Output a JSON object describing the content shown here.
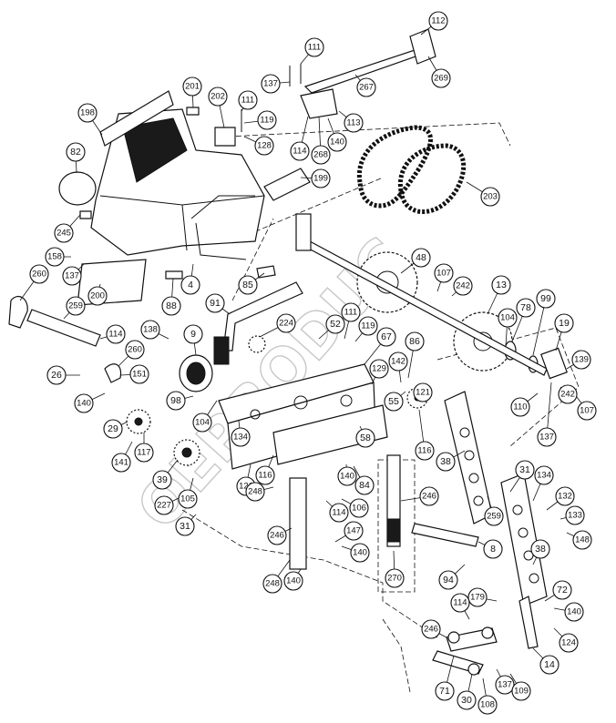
{
  "watermark": "OEPRODUC",
  "callouts": [
    {
      "id": "c112",
      "label": "112"
    },
    {
      "id": "c111a",
      "label": "111"
    },
    {
      "id": "c137a",
      "label": "137"
    },
    {
      "id": "c267",
      "label": "267"
    },
    {
      "id": "c269",
      "label": "269"
    },
    {
      "id": "c201",
      "label": "201"
    },
    {
      "id": "c202",
      "label": "202"
    },
    {
      "id": "c111b",
      "label": "111"
    },
    {
      "id": "c119a",
      "label": "119"
    },
    {
      "id": "c128",
      "label": "128"
    },
    {
      "id": "c113",
      "label": "113"
    },
    {
      "id": "c198",
      "label": "198"
    },
    {
      "id": "c114a",
      "label": "114"
    },
    {
      "id": "c268",
      "label": "268"
    },
    {
      "id": "c140a",
      "label": "140"
    },
    {
      "id": "c82",
      "label": "82"
    },
    {
      "id": "c199",
      "label": "199"
    },
    {
      "id": "c203",
      "label": "203"
    },
    {
      "id": "c245",
      "label": "245"
    },
    {
      "id": "c158",
      "label": "158"
    },
    {
      "id": "c137b",
      "label": "137"
    },
    {
      "id": "c200",
      "label": "200"
    },
    {
      "id": "c260a",
      "label": "260"
    },
    {
      "id": "c88",
      "label": "88"
    },
    {
      "id": "c4",
      "label": "4"
    },
    {
      "id": "c85",
      "label": "85"
    },
    {
      "id": "c48",
      "label": "48"
    },
    {
      "id": "c107a",
      "label": "107"
    },
    {
      "id": "c242a",
      "label": "242"
    },
    {
      "id": "c13",
      "label": "13"
    },
    {
      "id": "c259",
      "label": "259"
    },
    {
      "id": "c91",
      "label": "91"
    },
    {
      "id": "c224",
      "label": "224"
    },
    {
      "id": "c52",
      "label": "52"
    },
    {
      "id": "c111c",
      "label": "111"
    },
    {
      "id": "c78",
      "label": "78"
    },
    {
      "id": "c99",
      "label": "99"
    },
    {
      "id": "c104a",
      "label": "104"
    },
    {
      "id": "c19",
      "label": "19"
    },
    {
      "id": "c114b",
      "label": "114"
    },
    {
      "id": "c138",
      "label": "138"
    },
    {
      "id": "c9",
      "label": "9"
    },
    {
      "id": "c119b",
      "label": "119"
    },
    {
      "id": "c67",
      "label": "67"
    },
    {
      "id": "c86",
      "label": "86"
    },
    {
      "id": "c139",
      "label": "139"
    },
    {
      "id": "c260b",
      "label": "260"
    },
    {
      "id": "c26",
      "label": "26"
    },
    {
      "id": "c151",
      "label": "151"
    },
    {
      "id": "c129",
      "label": "129"
    },
    {
      "id": "c142",
      "label": "142"
    },
    {
      "id": "c140b",
      "label": "140"
    },
    {
      "id": "c98",
      "label": "98"
    },
    {
      "id": "c121a",
      "label": "121"
    },
    {
      "id": "c110",
      "label": "110"
    },
    {
      "id": "c107b",
      "label": "107"
    },
    {
      "id": "c242b",
      "label": "242"
    },
    {
      "id": "c29",
      "label": "29"
    },
    {
      "id": "c104b",
      "label": "104"
    },
    {
      "id": "c55",
      "label": "55"
    },
    {
      "id": "c137c",
      "label": "137"
    },
    {
      "id": "c134a",
      "label": "134"
    },
    {
      "id": "c117",
      "label": "117"
    },
    {
      "id": "c116a",
      "label": "116"
    },
    {
      "id": "c141",
      "label": "141"
    },
    {
      "id": "c58",
      "label": "58"
    },
    {
      "id": "c38a",
      "label": "38"
    },
    {
      "id": "c116b",
      "label": "116"
    },
    {
      "id": "c39",
      "label": "39"
    },
    {
      "id": "c121b",
      "label": "121"
    },
    {
      "id": "c140c",
      "label": "140"
    },
    {
      "id": "c84",
      "label": "84"
    },
    {
      "id": "c31a",
      "label": "31"
    },
    {
      "id": "c134b",
      "label": "134"
    },
    {
      "id": "c105",
      "label": "105"
    },
    {
      "id": "c248a",
      "label": "248"
    },
    {
      "id": "c227",
      "label": "227"
    },
    {
      "id": "c246a",
      "label": "246"
    },
    {
      "id": "c132",
      "label": "132"
    },
    {
      "id": "c106",
      "label": "106"
    },
    {
      "id": "c31b",
      "label": "31"
    },
    {
      "id": "c133",
      "label": "133"
    },
    {
      "id": "c114c",
      "label": "114"
    },
    {
      "id": "c259b",
      "label": "259"
    },
    {
      "id": "c246b",
      "label": "246"
    },
    {
      "id": "c147",
      "label": "147"
    },
    {
      "id": "c148",
      "label": "148"
    },
    {
      "id": "c140d",
      "label": "140"
    },
    {
      "id": "c8",
      "label": "8"
    },
    {
      "id": "c38b",
      "label": "38"
    },
    {
      "id": "c248b",
      "label": "248"
    },
    {
      "id": "c140e",
      "label": "140"
    },
    {
      "id": "c270",
      "label": "270"
    },
    {
      "id": "c94",
      "label": "94"
    },
    {
      "id": "c72",
      "label": "72"
    },
    {
      "id": "c179",
      "label": "179"
    },
    {
      "id": "c114d",
      "label": "114"
    },
    {
      "id": "c140f",
      "label": "140"
    },
    {
      "id": "c246c",
      "label": "246"
    },
    {
      "id": "c124",
      "label": "124"
    },
    {
      "id": "c14",
      "label": "14"
    },
    {
      "id": "c71",
      "label": "71"
    },
    {
      "id": "c30",
      "label": "30"
    },
    {
      "id": "c108",
      "label": "108"
    },
    {
      "id": "c137d",
      "label": "137"
    },
    {
      "id": "c109",
      "label": "109"
    }
  ]
}
